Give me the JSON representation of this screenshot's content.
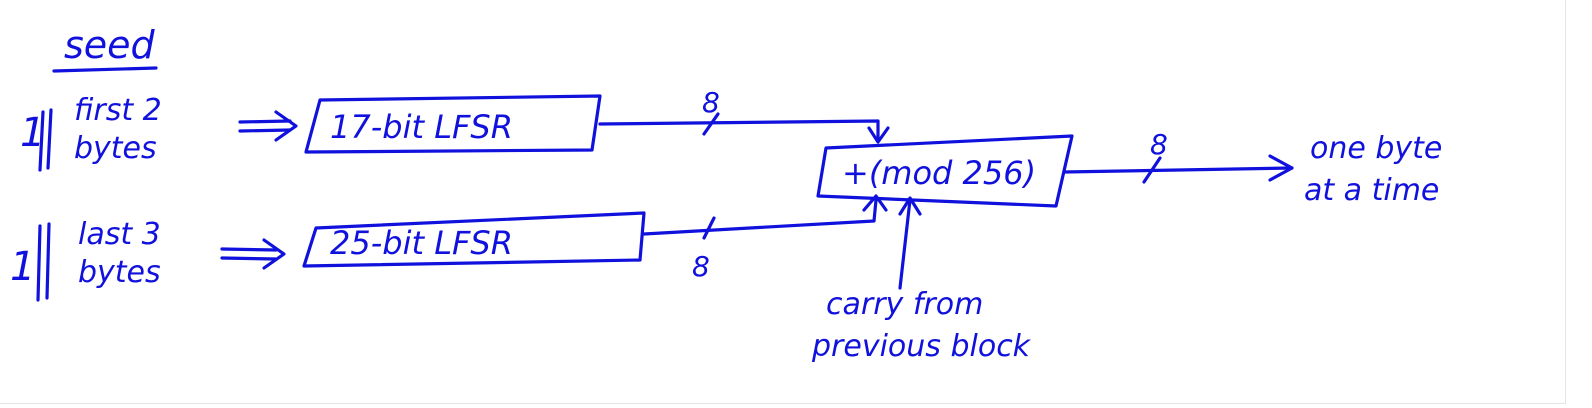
{
  "diagram": {
    "ink_color": "#1111dd",
    "seed": {
      "label": "seed"
    },
    "input_top": {
      "prefix": "1",
      "line1": "first 2",
      "line2": "bytes"
    },
    "input_bottom": {
      "prefix": "1",
      "line1": "last 3",
      "line2": "bytes"
    },
    "lfsr_top": {
      "label": "17-bit LFSR"
    },
    "lfsr_bottom": {
      "label": "25-bit LFSR"
    },
    "adder": {
      "label": "+(mod 256)"
    },
    "bus_width_top": "8",
    "bus_width_bottom": "8",
    "bus_width_output": "8",
    "carry": {
      "line1": "carry from",
      "line2": "previous block"
    },
    "output": {
      "line1": "one byte",
      "line2": "at a time"
    }
  }
}
